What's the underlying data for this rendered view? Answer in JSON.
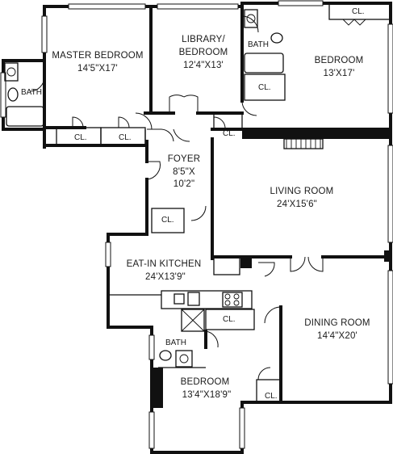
{
  "rooms": {
    "master_bedroom": {
      "name": "MASTER BEDROOM",
      "dim": "14'5\"X17'"
    },
    "library": {
      "name": "LIBRARY/",
      "name2": "BEDROOM",
      "dim": "12'4\"X13'"
    },
    "bedroom_ne": {
      "name": "BEDROOM",
      "dim": "13'X17'"
    },
    "foyer": {
      "name": "FOYER",
      "dim": "8'5\"X",
      "dim2": "10'2\""
    },
    "living_room": {
      "name": "LIVING ROOM",
      "dim": "24'X15'6\""
    },
    "kitchen": {
      "name": "EAT-IN KITCHEN",
      "dim": "24'X13'9\""
    },
    "dining_room": {
      "name": "DINING ROOM",
      "dim": "14'4\"X20'"
    },
    "bedroom_s": {
      "name": "BEDROOM",
      "dim": "13'4\"X18'9\""
    }
  },
  "baths": {
    "west": "BATH",
    "north": "BATH",
    "south": "BATH"
  },
  "closets": {
    "label": "CL."
  }
}
